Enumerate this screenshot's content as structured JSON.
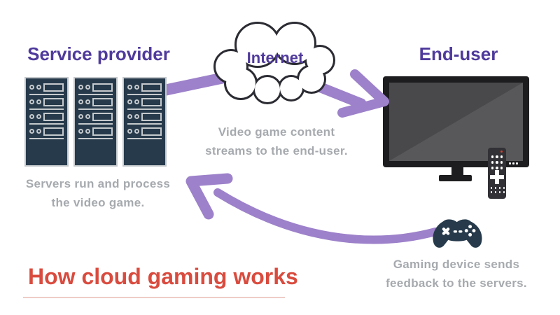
{
  "title": {
    "text": "How cloud gaming works",
    "color": "#d94b3e"
  },
  "nodes": {
    "service_provider": {
      "label": "Service provider",
      "caption_line1": "Servers run and process",
      "caption_line2": "the video game.",
      "icon": "server-rack-icon"
    },
    "internet": {
      "label": "Internet",
      "icon": "cloud-icon"
    },
    "end_user": {
      "label": "End-user",
      "icon": "tv-icon"
    }
  },
  "flows": {
    "stream": {
      "caption_line1": "Video game content",
      "caption_line2": "streams to the end-user.",
      "direction": "service provider → internet → end-user"
    },
    "feedback": {
      "caption_line1": "Gaming device sends",
      "caption_line2": "feedback to the servers.",
      "icon": "gamepad-icon",
      "direction": "end-user → service provider"
    }
  },
  "icons": {
    "servers": "server-rack-icon",
    "internet": "cloud-icon",
    "end_user": "tv-icon",
    "remote": "remote-control-icon",
    "controller": "gamepad-icon",
    "arrows": "purple-flow-arrows"
  },
  "colors": {
    "heading_purple": "#4f3a9c",
    "arrow_purple": "#9d81ca",
    "caption_gray": "#a6aaae",
    "device_navy": "#263a4b",
    "title_red": "#d94b3e",
    "cloud_outline": "#2b2b33"
  },
  "decor": {
    "server_towers": 3,
    "bays_per_tower": 4
  }
}
